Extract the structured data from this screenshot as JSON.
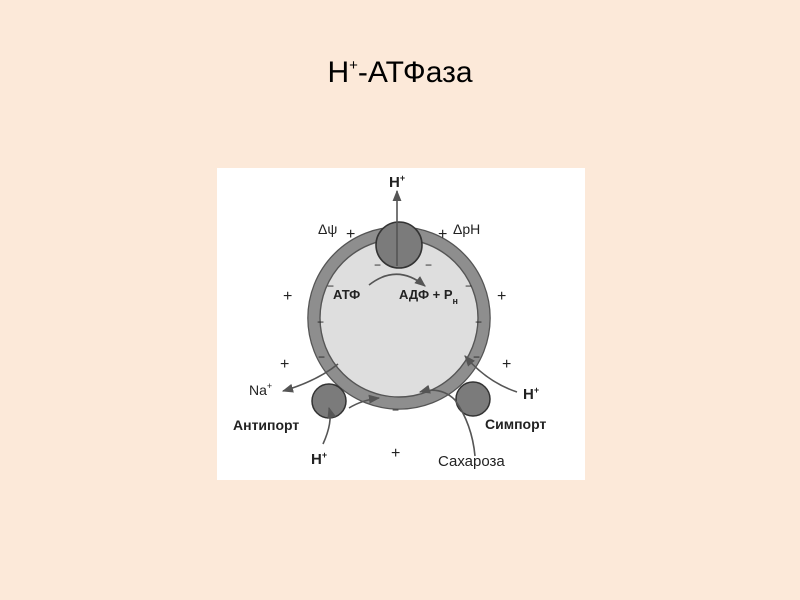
{
  "slide": {
    "title_main": "H",
    "title_sup": "+",
    "title_rest": "-АТФаза"
  },
  "diagram": {
    "top_ion": "H",
    "top_ion_charge": "+",
    "delta_psi": "Δψ",
    "delta_ph": "ΔpH",
    "atp": "АТФ",
    "adp_pi": "АДФ + P",
    "adp_pi_sub": "н",
    "antiport": "Антипорт",
    "symport": "Симпорт",
    "na": "Na",
    "na_charge": "+",
    "h_antiport": "H",
    "h_antiport_charge": "+",
    "h_symport": "H",
    "h_symport_charge": "+",
    "sucrose": "Сахароза",
    "plus": "+",
    "minus": "−"
  },
  "colors": {
    "background": "#fce9d9",
    "membrane": "#8e8e8e",
    "cell_interior": "#dadada",
    "protein": "#7b7b7b"
  }
}
